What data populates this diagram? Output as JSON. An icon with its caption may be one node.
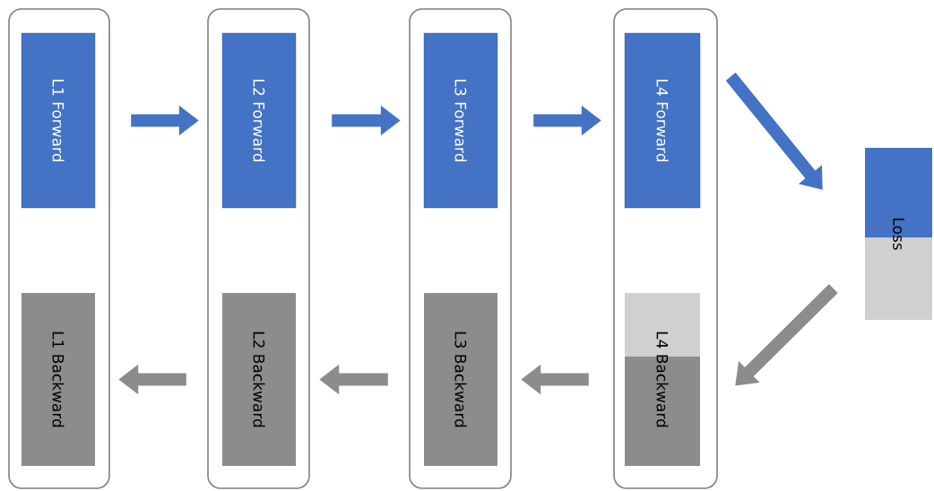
{
  "diagram": {
    "nodes": [
      {
        "text": [],
        "shape": "box"
      },
      {
        "text": [
          "L1 Forward"
        ],
        "in": 0
      },
      {
        "text": [
          "L1 Backward"
        ],
        "in": 0
      },
      {
        "text": [],
        "shape": "box"
      },
      {
        "text": [
          "L2 Forward"
        ],
        "in": 3
      },
      {
        "text": [
          "L2 Backward"
        ],
        "in": 3
      },
      {
        "text": [],
        "shape": "box"
      },
      {
        "text": [
          "L3 Forward"
        ],
        "in": 6
      },
      {
        "text": [
          "L3 Backward"
        ],
        "in": 6
      },
      {
        "text": [],
        "shape": "box"
      },
      {
        "text": [
          "L4 Forward"
        ],
        "in": 9
      },
      {
        "text": [
          "L4 Backward"
        ],
        "in": 9
      },
      {
        "text": [
          "Loss"
        ]
      }
    ],
    "edges": [
      {
        "from": 1,
        "to": 4,
        "arrow": "to"
      },
      {
        "from": 4,
        "to": 7,
        "arrow": "to"
      },
      {
        "from": 7,
        "to": 10,
        "arrow": "to"
      },
      {
        "from": 10,
        "to": 12,
        "arrow": "to"
      },
      {
        "from": 12,
        "to": 11,
        "arrow": "to",
        "color": "#8c8c8c"
      },
      {
        "from": 11,
        "to": 8,
        "arrow": "to",
        "color": "#8c8c8c"
      },
      {
        "from": 8,
        "to": 5,
        "arrow": "to",
        "color": "#8c8c8c"
      },
      {
        "from": 5,
        "to": 2,
        "arrow": "to",
        "color": "#8c8c8c"
      }
    ]
  }
}
